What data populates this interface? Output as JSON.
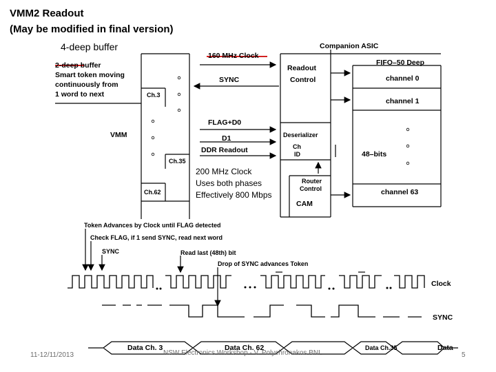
{
  "slide": {
    "title_line1": "VMM2 Readout",
    "title_line2": "(May be modified in final version)",
    "annotation_buffer": "4-deep buffer",
    "annotation_clock_1": "200 MHz Clock",
    "annotation_clock_2": "Uses both phases",
    "annotation_clock_3": "Effectively 800 Mbps",
    "footer_date": "11-12/11/2013",
    "footer_center": "NSW Electronics Workshop - V. Polychronakos BNL",
    "page_number": "5"
  },
  "diagram": {
    "clock_160": "160 MHz Clock",
    "companion_asic": "Companion ASIC",
    "buffer_2deep": "2-deep buffer",
    "smart_token_1": "Smart token moving",
    "smart_token_2": "continuously from",
    "smart_token_3": "1 word to next",
    "vmm": "VMM",
    "ch3": "Ch.3",
    "ch35": "Ch.35",
    "ch62": "Ch.62",
    "sync": "SYNC",
    "flag_d0": "FLAG+D0",
    "d1": "D1",
    "ddr_readout": "DDR Readout",
    "readout_control_1": "Readout",
    "readout_control_2": "Control",
    "deserializer": "Deserializer",
    "ch_id_1": "Ch",
    "ch_id_2": "ID",
    "router_control_1": "Router",
    "router_control_2": "Control",
    "cam": "CAM",
    "fifo": "FIFO–50 Deep",
    "channel0": "channel 0",
    "channel1": "channel 1",
    "channel63": "channel 63",
    "bits48": "48–bits"
  },
  "timing": {
    "token_advances": "Token Advances by Clock until FLAG detected",
    "check_flag": "Check FLAG, if 1 send SYNC, read next word",
    "sync_label": "SYNC",
    "read_last": "Read last (48th) bit",
    "drop_sync": "Drop of SYNC advances Token",
    "clock_label": "Clock",
    "sync_row_label": "SYNC",
    "data_ch3": "Data Ch. 3",
    "data_ch62": "Data Ch. 62",
    "data_ch35": "Data Ch.35",
    "data_end": "Data"
  },
  "colors": {
    "strike_red": "#d32020",
    "footer_gray": "#6b6b6b"
  }
}
